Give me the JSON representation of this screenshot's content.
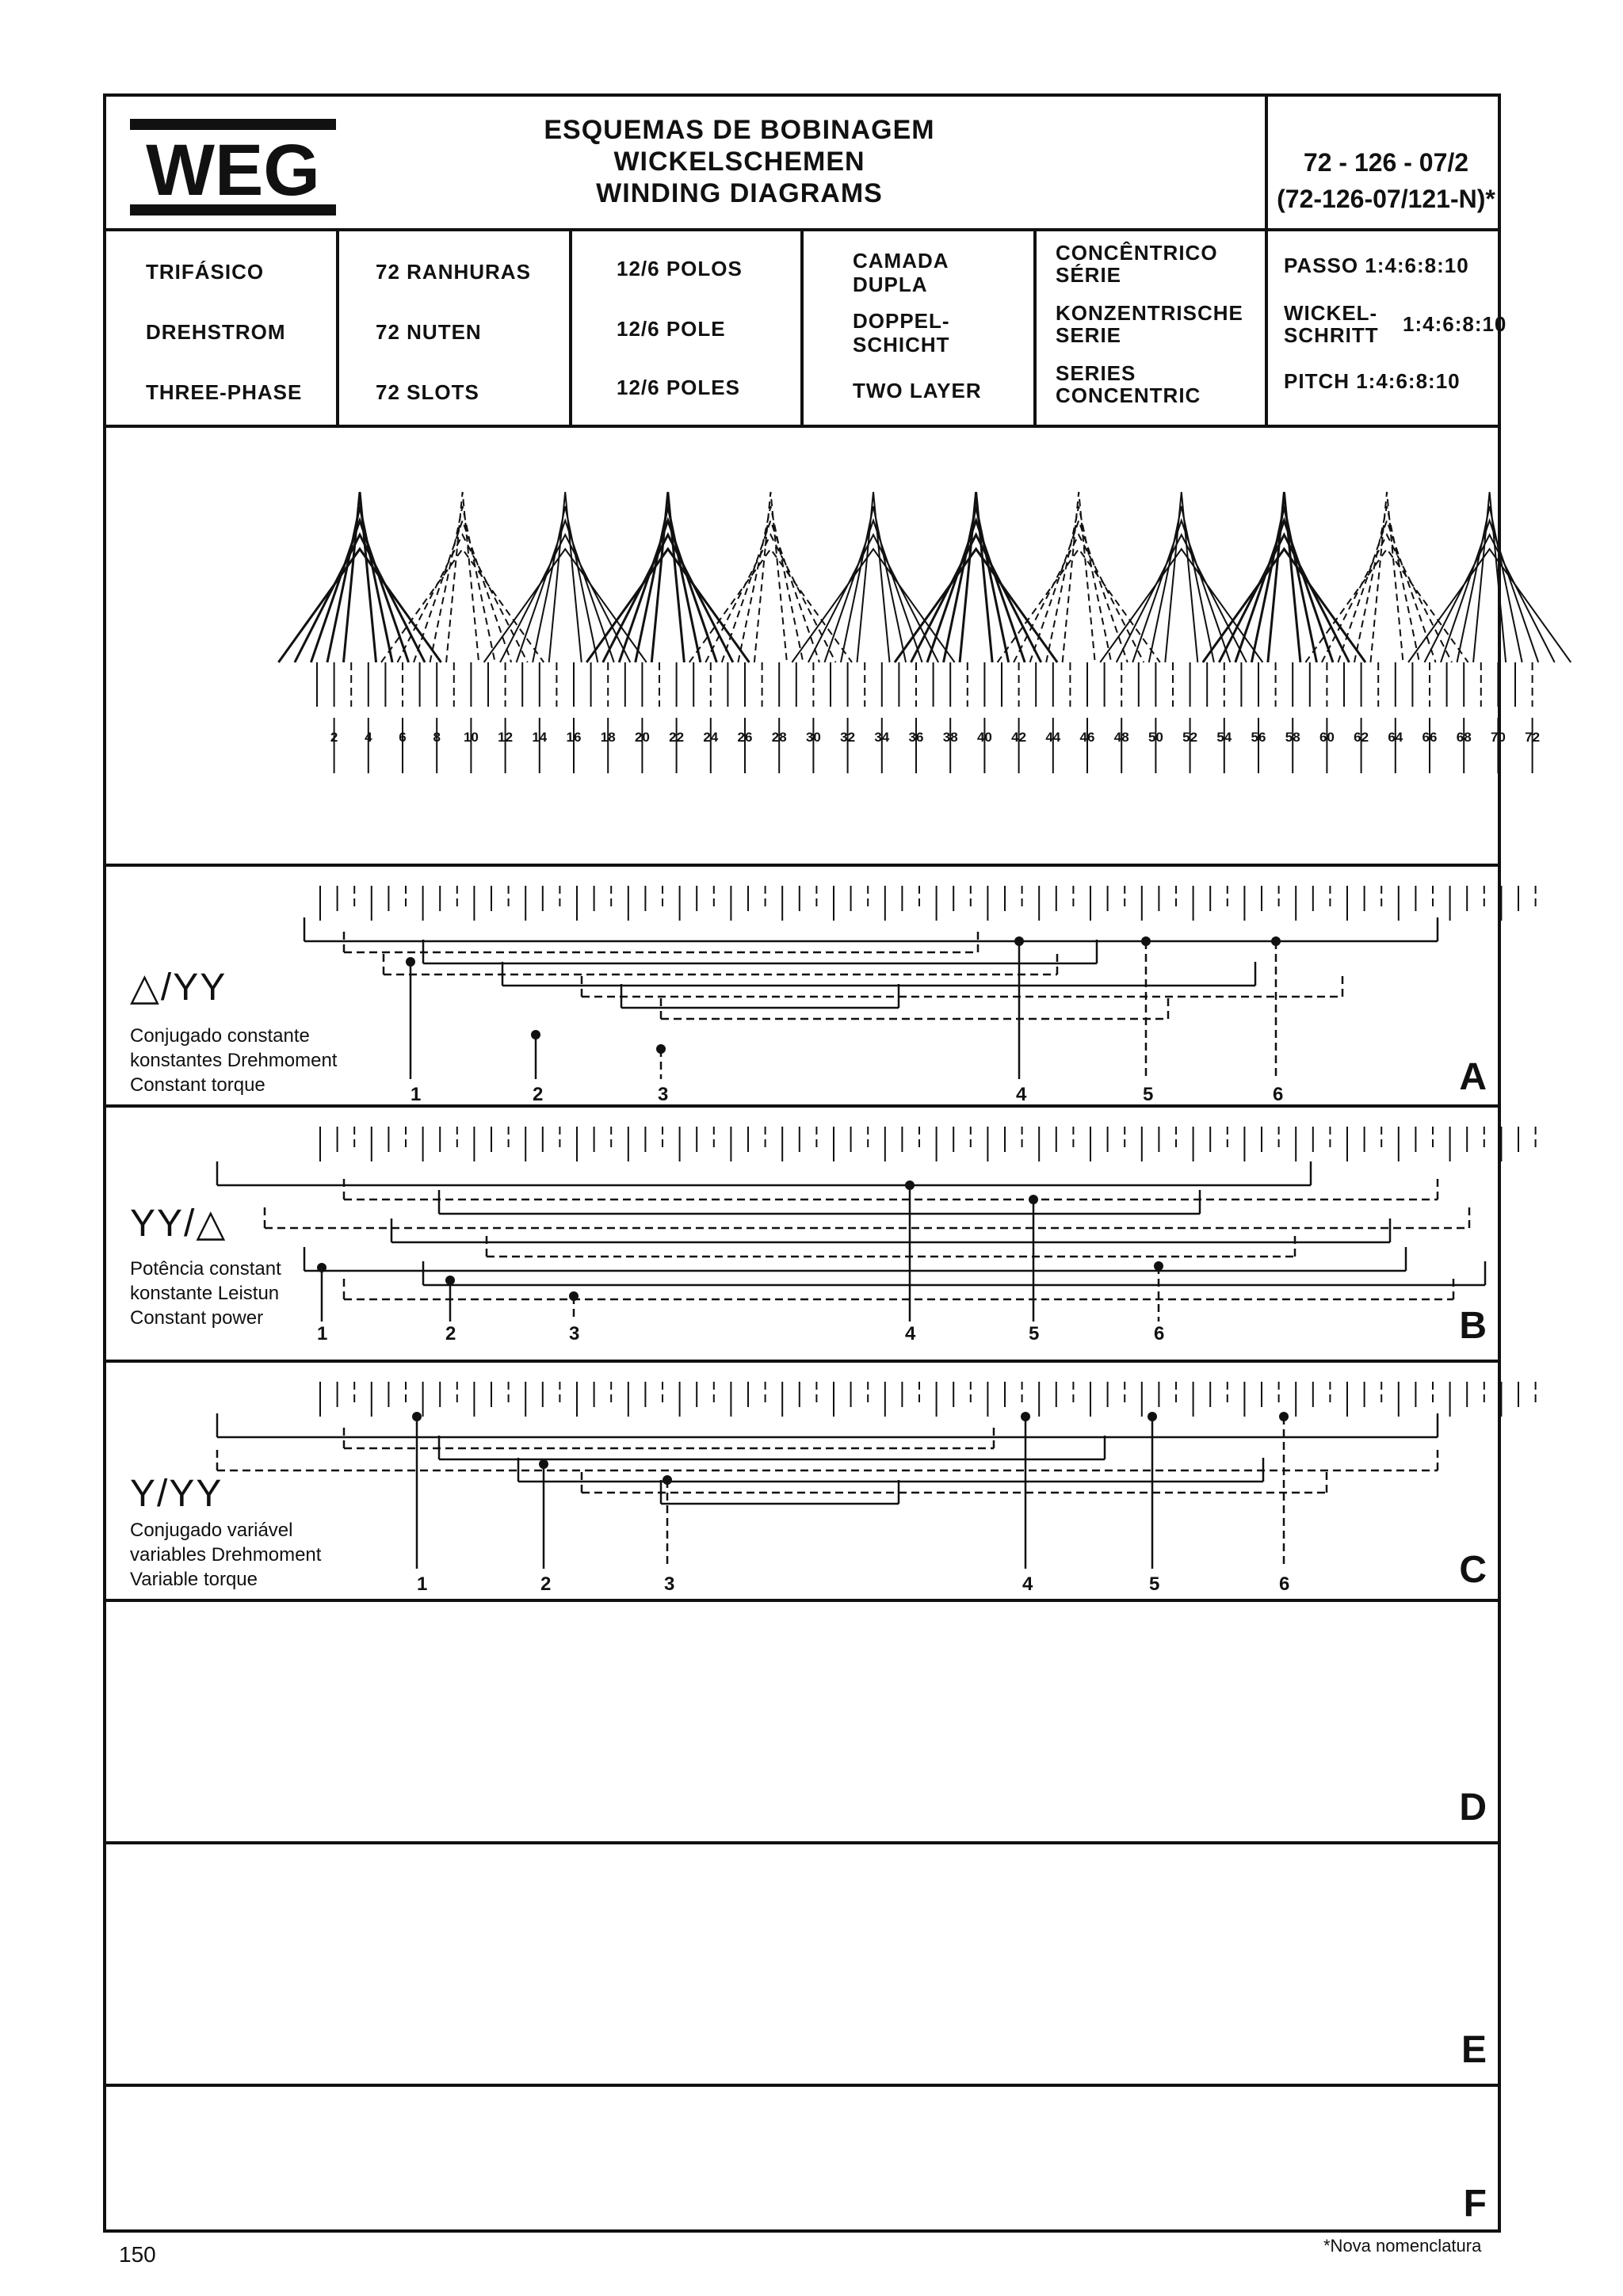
{
  "header": {
    "logo_text": "WEG",
    "title_lines": [
      "ESQUEMAS DE BOBINAGEM",
      "WICKELSCHEMEN",
      "WINDING DIAGRAMS"
    ],
    "code": "72 - 126 - 07/2",
    "code_alt": "(72-126-07/121-N)*"
  },
  "specs": {
    "phase": [
      "TRIFÁSICO",
      "DREHSTROM",
      "THREE-PHASE"
    ],
    "slots": [
      "72 RANHURAS",
      "72 NUTEN",
      "72 SLOTS"
    ],
    "poles": [
      "12/6 POLOS",
      "12/6 POLE",
      "12/6 POLES"
    ],
    "layer": [
      "CAMADA",
      "DUPLA",
      "DOPPEL-",
      "SCHICHT",
      "TWO LAYER"
    ],
    "winding": [
      "CONCÊNTRICO",
      "SÉRIE",
      "KONZENTRISCHE",
      "SERIE",
      "SERIES",
      "CONCENTRIC"
    ],
    "pitch": [
      "PASSO 1:4:6:8:10",
      "WICKEL-",
      "SCHRITT",
      "1:4:6:8:10",
      "PITCH 1:4:6:8:10"
    ]
  },
  "slot_numbers": [
    "2",
    "4",
    "6",
    "8",
    "10",
    "12",
    "14",
    "16",
    "18",
    "20",
    "22",
    "24",
    "26",
    "28",
    "30",
    "32",
    "34",
    "36",
    "38",
    "40",
    "42",
    "44",
    "46",
    "48",
    "50",
    "52",
    "54",
    "56",
    "58",
    "60",
    "62",
    "64",
    "66",
    "68",
    "70",
    "72"
  ],
  "panels": [
    {
      "label": "A",
      "symbol": "△/YY",
      "caption": [
        "Conjugado constante",
        "konstantes Drehmoment",
        "Constant torque"
      ],
      "terminals": [
        "1",
        "2",
        "3",
        "4",
        "5",
        "6"
      ]
    },
    {
      "label": "B",
      "symbol": "YY/△",
      "caption": [
        "Potência constant",
        "konstante Leistun",
        "Constant power"
      ],
      "terminals": [
        "1",
        "2",
        "3",
        "4",
        "5",
        "6"
      ]
    },
    {
      "label": "C",
      "symbol": "Y/YY",
      "caption": [
        "Conjugado variável",
        "variables Drehmoment",
        "Variable torque"
      ],
      "terminals": [
        "1",
        "2",
        "3",
        "4",
        "5",
        "6"
      ]
    },
    {
      "label": "D"
    },
    {
      "label": "E"
    },
    {
      "label": "F"
    }
  ],
  "footer": {
    "page_number": "150",
    "note": "*Nova nomenclatura"
  }
}
